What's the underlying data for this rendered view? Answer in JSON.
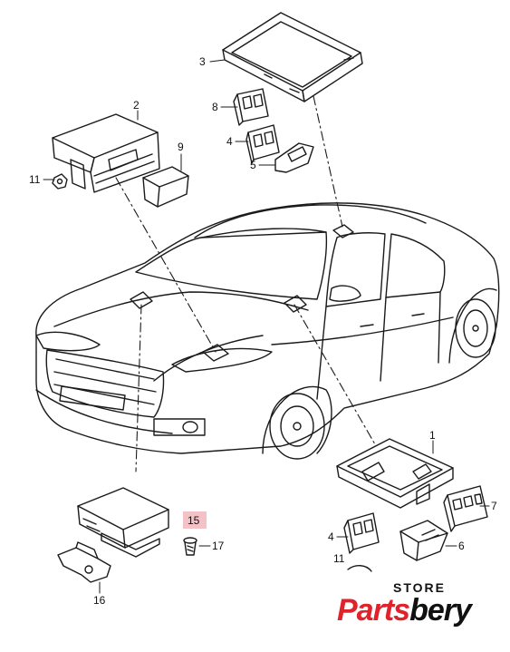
{
  "callouts": {
    "c1": "1",
    "c2": "2",
    "c3": "3",
    "c4a": "4",
    "c4b": "4",
    "c5": "5",
    "c6": "6",
    "c7": "7",
    "c8": "8",
    "c9": "9",
    "c11a": "11",
    "c11b": "11",
    "c15": "15",
    "c16": "16",
    "c17": "17"
  },
  "highlight_color": "#f4c2c6",
  "logo": {
    "store": "STORE",
    "brand_a": "Parts",
    "brand_b": "bery"
  }
}
